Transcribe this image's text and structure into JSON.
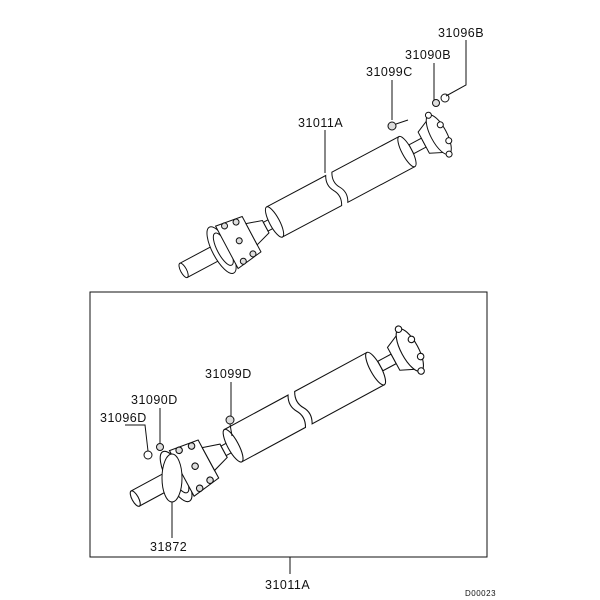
{
  "diagram": {
    "upper_assembly": {
      "labels": {
        "nut": "31096B",
        "washer": "31090B",
        "bolt": "31099C",
        "shaft": "31011A"
      }
    },
    "lower_assembly": {
      "labels": {
        "bolt": "31099D",
        "washer": "31090D",
        "nut": "31096D",
        "center_bearing": "31872",
        "shaft": "31011A"
      }
    },
    "diagram_code": "D00023"
  }
}
